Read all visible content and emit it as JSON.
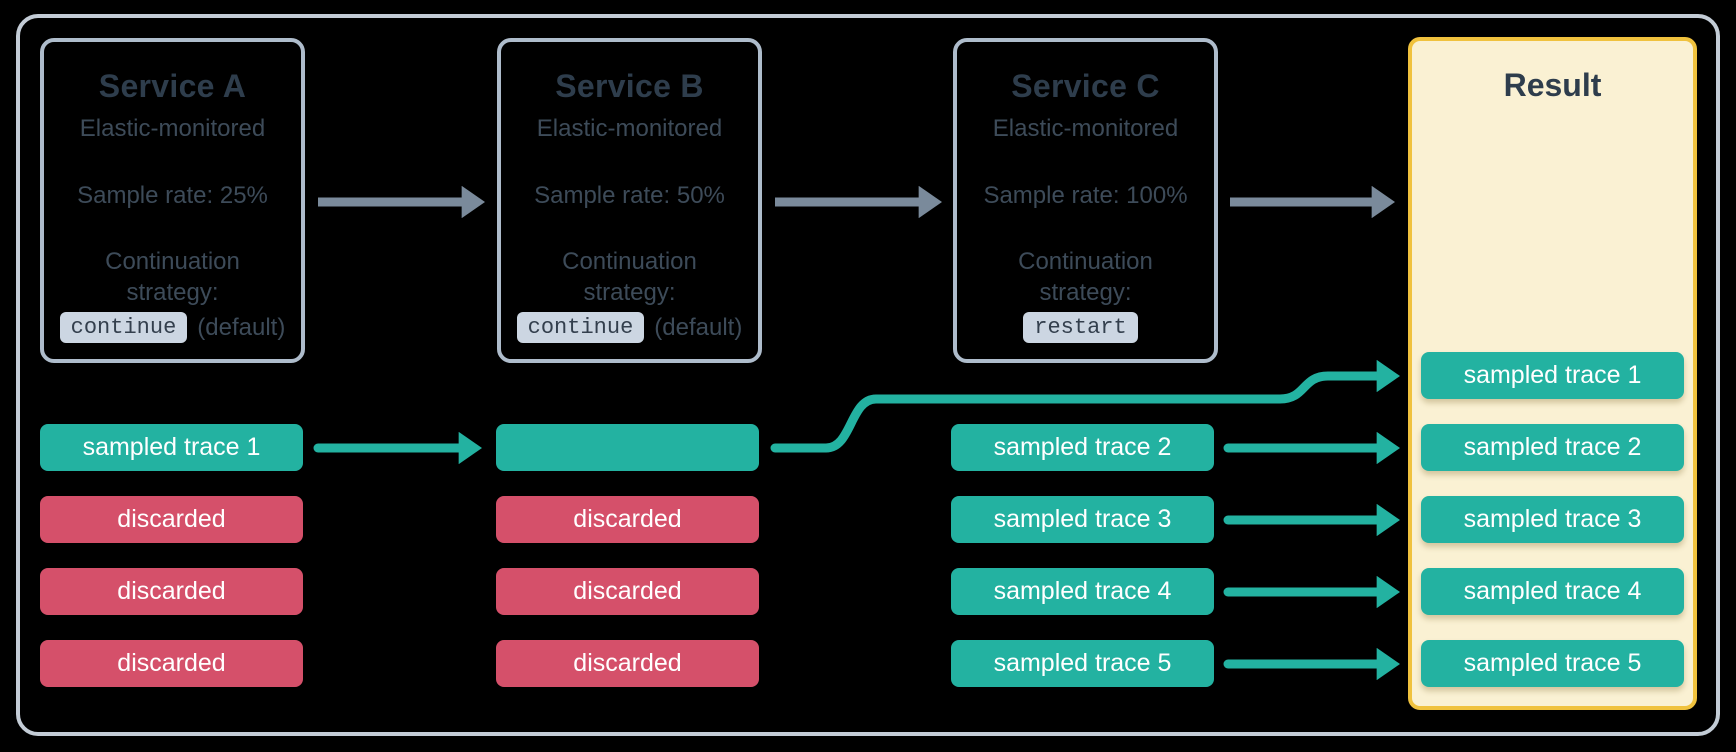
{
  "diagram": {
    "services": [
      {
        "title": "Service A",
        "monitoring": "Elastic-monitored",
        "sample_rate": "Sample rate: 25%",
        "continuation_label": "Continuation strategy:",
        "strategy_code": "continue",
        "strategy_suffix": "(default)"
      },
      {
        "title": "Service B",
        "monitoring": "Elastic-monitored",
        "sample_rate": "Sample rate: 50%",
        "continuation_label": "Continuation strategy:",
        "strategy_code": "continue",
        "strategy_suffix": "(default)"
      },
      {
        "title": "Service C",
        "monitoring": "Elastic-monitored",
        "sample_rate": "Sample rate: 100%",
        "continuation_label": "Continuation strategy:",
        "strategy_code": "restart",
        "strategy_suffix": ""
      }
    ],
    "trace_rows": {
      "service_a": [
        {
          "label": "sampled trace 1",
          "type": "sampled"
        },
        {
          "label": "discarded",
          "type": "discarded"
        },
        {
          "label": "discarded",
          "type": "discarded"
        },
        {
          "label": "discarded",
          "type": "discarded"
        }
      ],
      "service_b": [
        {
          "label": "",
          "type": "sampled"
        },
        {
          "label": "discarded",
          "type": "discarded"
        },
        {
          "label": "discarded",
          "type": "discarded"
        },
        {
          "label": "discarded",
          "type": "discarded"
        }
      ],
      "service_c": [
        {
          "label": "sampled trace 2",
          "type": "sampled"
        },
        {
          "label": "sampled trace 3",
          "type": "sampled"
        },
        {
          "label": "sampled trace 4",
          "type": "sampled"
        },
        {
          "label": "sampled trace 5",
          "type": "sampled"
        }
      ]
    },
    "result": {
      "title": "Result",
      "traces": [
        "sampled trace 1",
        "sampled trace 2",
        "sampled trace 3",
        "sampled trace 4",
        "sampled trace 5"
      ]
    },
    "flows": [
      {
        "from": "service-a",
        "to": "service-b",
        "style": "gray"
      },
      {
        "from": "service-b",
        "to": "service-c",
        "style": "gray"
      },
      {
        "from": "service-c",
        "to": "result",
        "style": "gray"
      },
      {
        "from": "service-a-trace-row-1",
        "to": "service-b-trace-row-1",
        "style": "teal"
      },
      {
        "from": "service-b-trace-row-1",
        "to": "result-trace-1",
        "style": "teal-curve"
      },
      {
        "from": "service-c-trace-row-1",
        "to": "result-trace-2",
        "style": "teal"
      },
      {
        "from": "service-c-trace-row-2",
        "to": "result-trace-3",
        "style": "teal"
      },
      {
        "from": "service-c-trace-row-3",
        "to": "result-trace-4",
        "style": "teal"
      },
      {
        "from": "service-c-trace-row-4",
        "to": "result-trace-5",
        "style": "teal"
      }
    ],
    "colors": {
      "sampled_teal": "#23b2a1",
      "discarded_red": "#d5506a",
      "arrow_gray": "#7a8a9b",
      "service_box_border": "#aebccb",
      "outer_frame_border": "#c3ccd6",
      "result_background": "#faf1d3",
      "result_border": "#f0c23e",
      "code_badge_background": "#ccd6e2",
      "heading_text": "#2e3d4c",
      "body_text": "#3d4b59",
      "background": "#000000"
    }
  }
}
